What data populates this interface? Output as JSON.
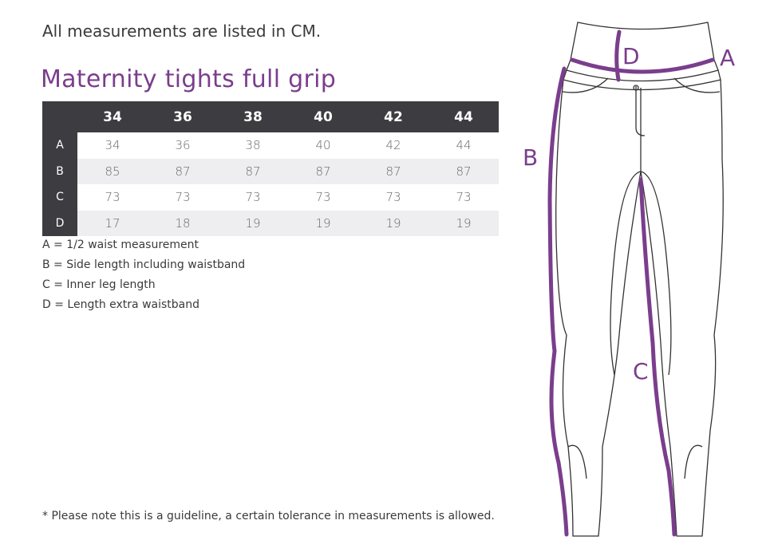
{
  "intro": "All measurements are listed in CM.",
  "title": "Maternity tights full grip",
  "table": {
    "sizes": [
      "34",
      "36",
      "38",
      "40",
      "42",
      "44"
    ],
    "rows": [
      {
        "label": "A",
        "values": [
          "34",
          "36",
          "38",
          "40",
          "42",
          "44"
        ]
      },
      {
        "label": "B",
        "values": [
          "85",
          "87",
          "87",
          "87",
          "87",
          "87"
        ]
      },
      {
        "label": "C",
        "values": [
          "73",
          "73",
          "73",
          "73",
          "73",
          "73"
        ]
      },
      {
        "label": "D",
        "values": [
          "17",
          "18",
          "19",
          "19",
          "19",
          "19"
        ]
      }
    ]
  },
  "legend": [
    "A = 1/2 waist measurement",
    "B = Side length including waistband",
    "C = Inner leg length",
    "D = Length extra waistband"
  ],
  "note": "* Please note this is a guideline, a certain tolerance in measurements is allowed.",
  "diagram": {
    "labels": {
      "A": "A",
      "B": "B",
      "C": "C",
      "D": "D"
    }
  },
  "colors": {
    "accent": "#7a3e8c",
    "header": "#3d3c40",
    "alt_row": "#eeeef0"
  }
}
